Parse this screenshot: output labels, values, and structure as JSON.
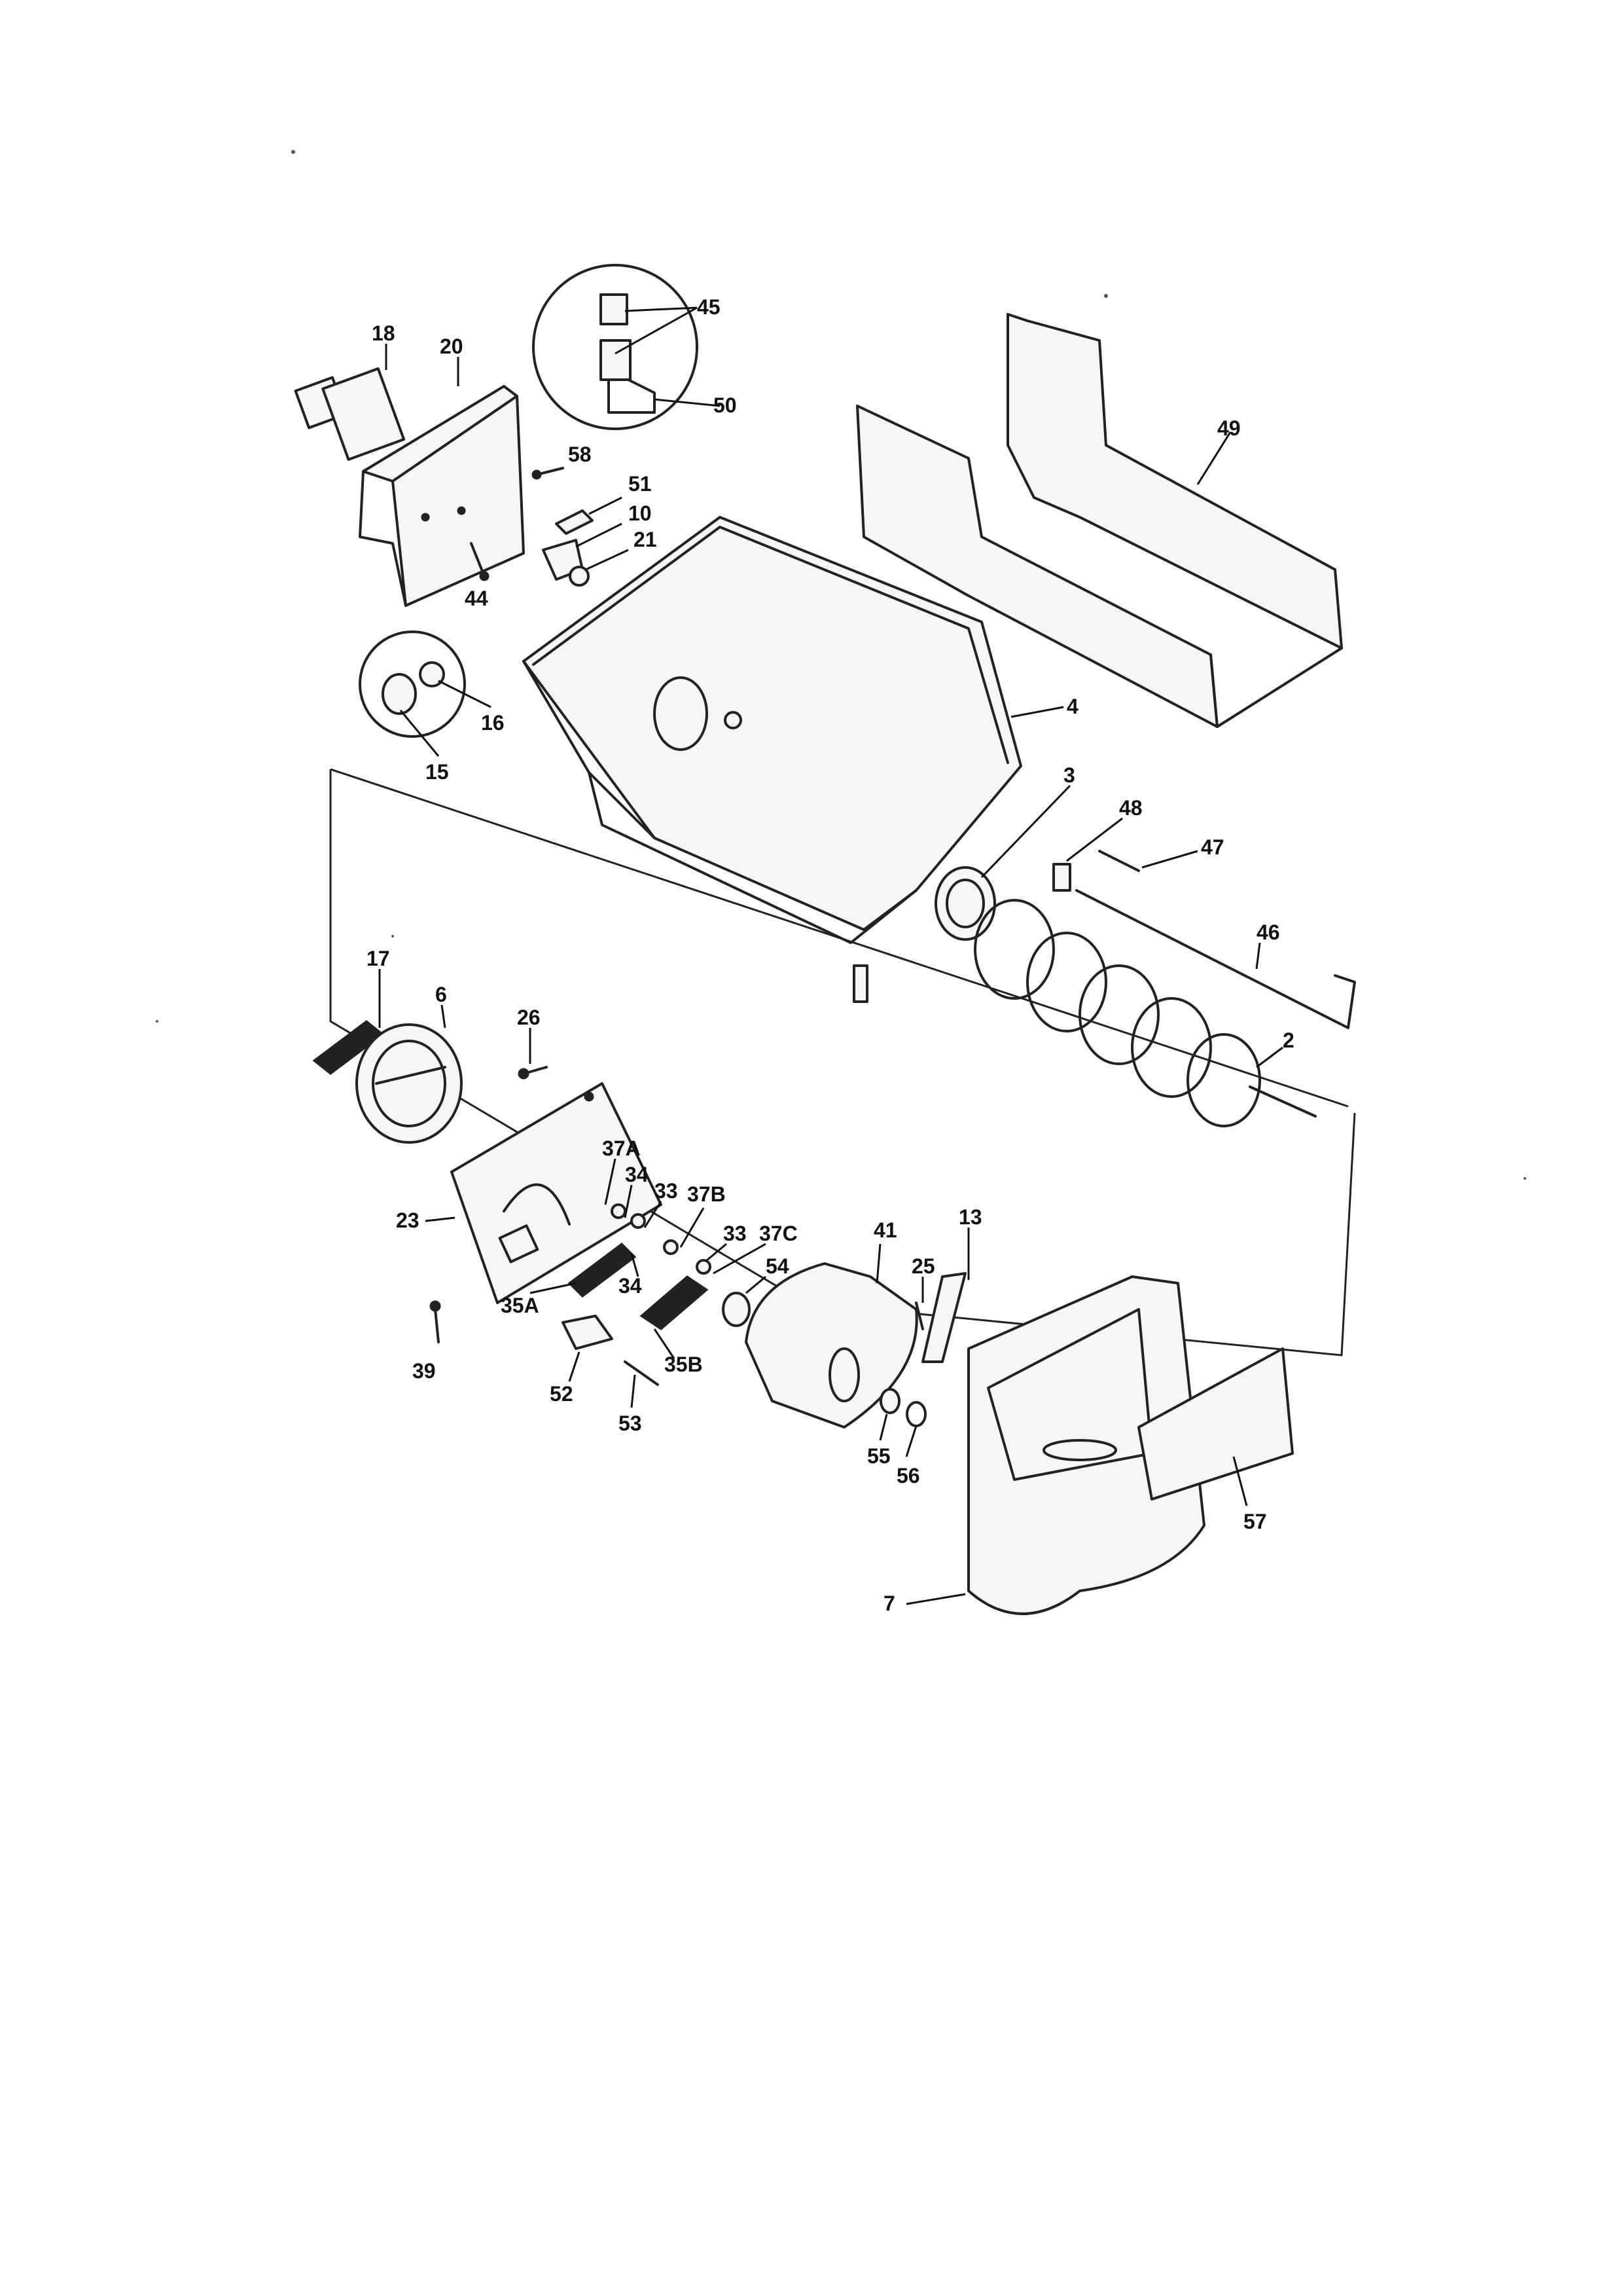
{
  "callouts": {
    "c45": "45",
    "c18": "18",
    "c20": "20",
    "c50": "50",
    "c49": "49",
    "c58": "58",
    "c51": "51",
    "c10": "10",
    "c21": "21",
    "c44": "44",
    "c4": "4",
    "c16": "16",
    "c15": "15",
    "c3": "3",
    "c48": "48",
    "c47": "47",
    "c46": "46",
    "c17": "17",
    "c6": "6",
    "c26": "26",
    "c2": "2",
    "c37A": "37A",
    "c34a": "34",
    "c33a": "33",
    "c37B": "37B",
    "c23": "23",
    "c33b": "33",
    "c37C": "37C",
    "c41": "41",
    "c13": "13",
    "c25": "25",
    "c54": "54",
    "c34b": "34",
    "c35A": "35A",
    "c35B": "35B",
    "c39": "39",
    "c52": "52",
    "c53": "53",
    "c55": "55",
    "c56": "56",
    "c57": "57",
    "c7": "7"
  },
  "colors": {
    "ink": "#222222",
    "paper": "#ffffff"
  }
}
